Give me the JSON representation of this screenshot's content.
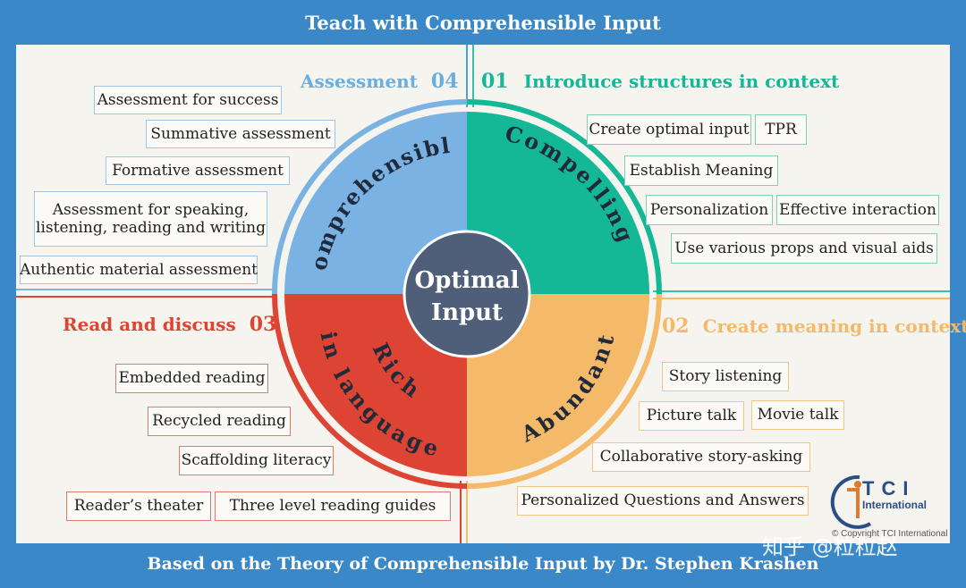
{
  "header": {
    "title": "Teach with Comprehensible Input"
  },
  "footer": {
    "text": "Based on the Theory of Comprehensible Input by Dr. Stephen Krashen"
  },
  "center": {
    "line1": "Optimal",
    "line2": "Input"
  },
  "colors": {
    "blue": "#7ab3e3",
    "green": "#14b896",
    "red": "#dd4433",
    "orange": "#f5b96a",
    "center": "#4f5f7a",
    "frame": "#3a88c8"
  },
  "quadrants": {
    "assessment": {
      "heading": "Assessment",
      "number": "04",
      "arc_label": "Comprehensible",
      "items": [
        "Assessment for success",
        "Summative assessment",
        "Formative assessment",
        "Assessment for speaking,",
        "listening, reading and writing",
        "Authentic material assessment"
      ]
    },
    "introduce": {
      "heading": "Introduce structures in context",
      "number": "01",
      "arc_label": "Compelling",
      "items": [
        "Create optimal input",
        "TPR",
        "Establish Meaning",
        "Personalization",
        "Effective interaction",
        "Use various props and visual aids"
      ]
    },
    "read": {
      "heading": "Read and discuss",
      "number": "03",
      "arc_label_1": "Rich",
      "arc_label_2": "in language",
      "items": [
        "Embedded reading",
        "Recycled reading",
        "Scaffolding literacy",
        "Reader’s theater",
        "Three level reading guides"
      ]
    },
    "create": {
      "heading": "Create meaning in context",
      "number": "02",
      "arc_label": "Abundant",
      "items": [
        "Story listening",
        "Picture talk",
        "Movie talk",
        "Collaborative story-asking",
        "Personalized Questions and Answers"
      ]
    }
  },
  "logo": {
    "name": "TCI",
    "sub": "International",
    "copyright": "© Copyright TCI International"
  },
  "watermark": "知乎 @粒粒赵"
}
